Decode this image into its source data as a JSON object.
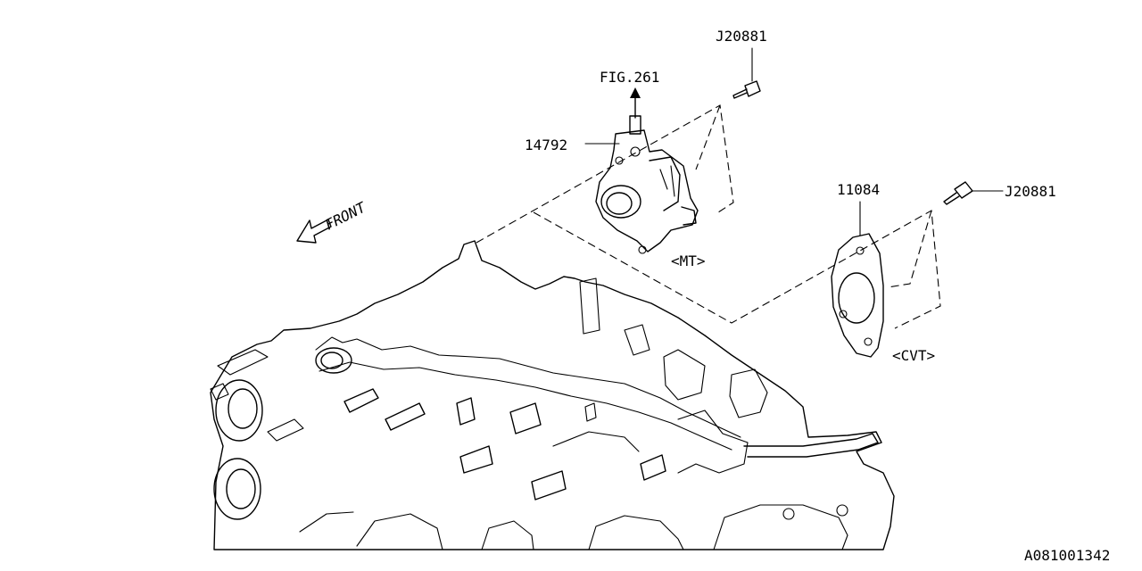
{
  "labels": {
    "bolt_top": "J20881",
    "fig_ref": "FIG.261",
    "vacuum_pump": "14792",
    "gasket": "11084",
    "bolt_right": "J20881",
    "mt_variant": "<MT>",
    "cvt_variant": "<CVT>",
    "front_direction": "FRONT",
    "diagram_id": "A081001342"
  }
}
